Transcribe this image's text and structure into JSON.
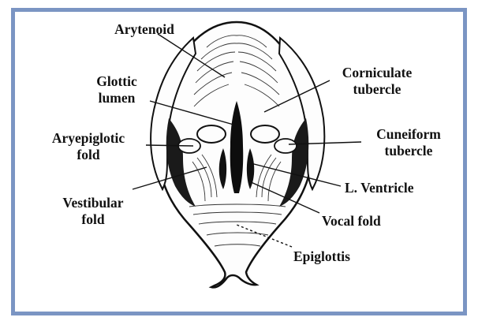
{
  "figure": {
    "labels": {
      "arytenoid": "Arytenoid",
      "glottic_lumen_1": "Glottic",
      "glottic_lumen_2": "lumen",
      "aryepiglotic_fold_1": "Aryepiglotic",
      "aryepiglotic_fold_2": "fold",
      "vestibular_fold_1": "Vestibular",
      "vestibular_fold_2": "fold",
      "corniculate_tubercle_1": "Corniculate",
      "corniculate_tubercle_2": "tubercle",
      "cuneiform_tubercle_1": "Cuneiform",
      "cuneiform_tubercle_2": "tubercle",
      "l_ventricle": "L. Ventricle",
      "vocal_fold": "Vocal fold",
      "epiglottis": "Epiglottis"
    },
    "colors": {
      "frame_border": "#7b95c3",
      "ink": "#111111",
      "background": "#ffffff"
    }
  }
}
